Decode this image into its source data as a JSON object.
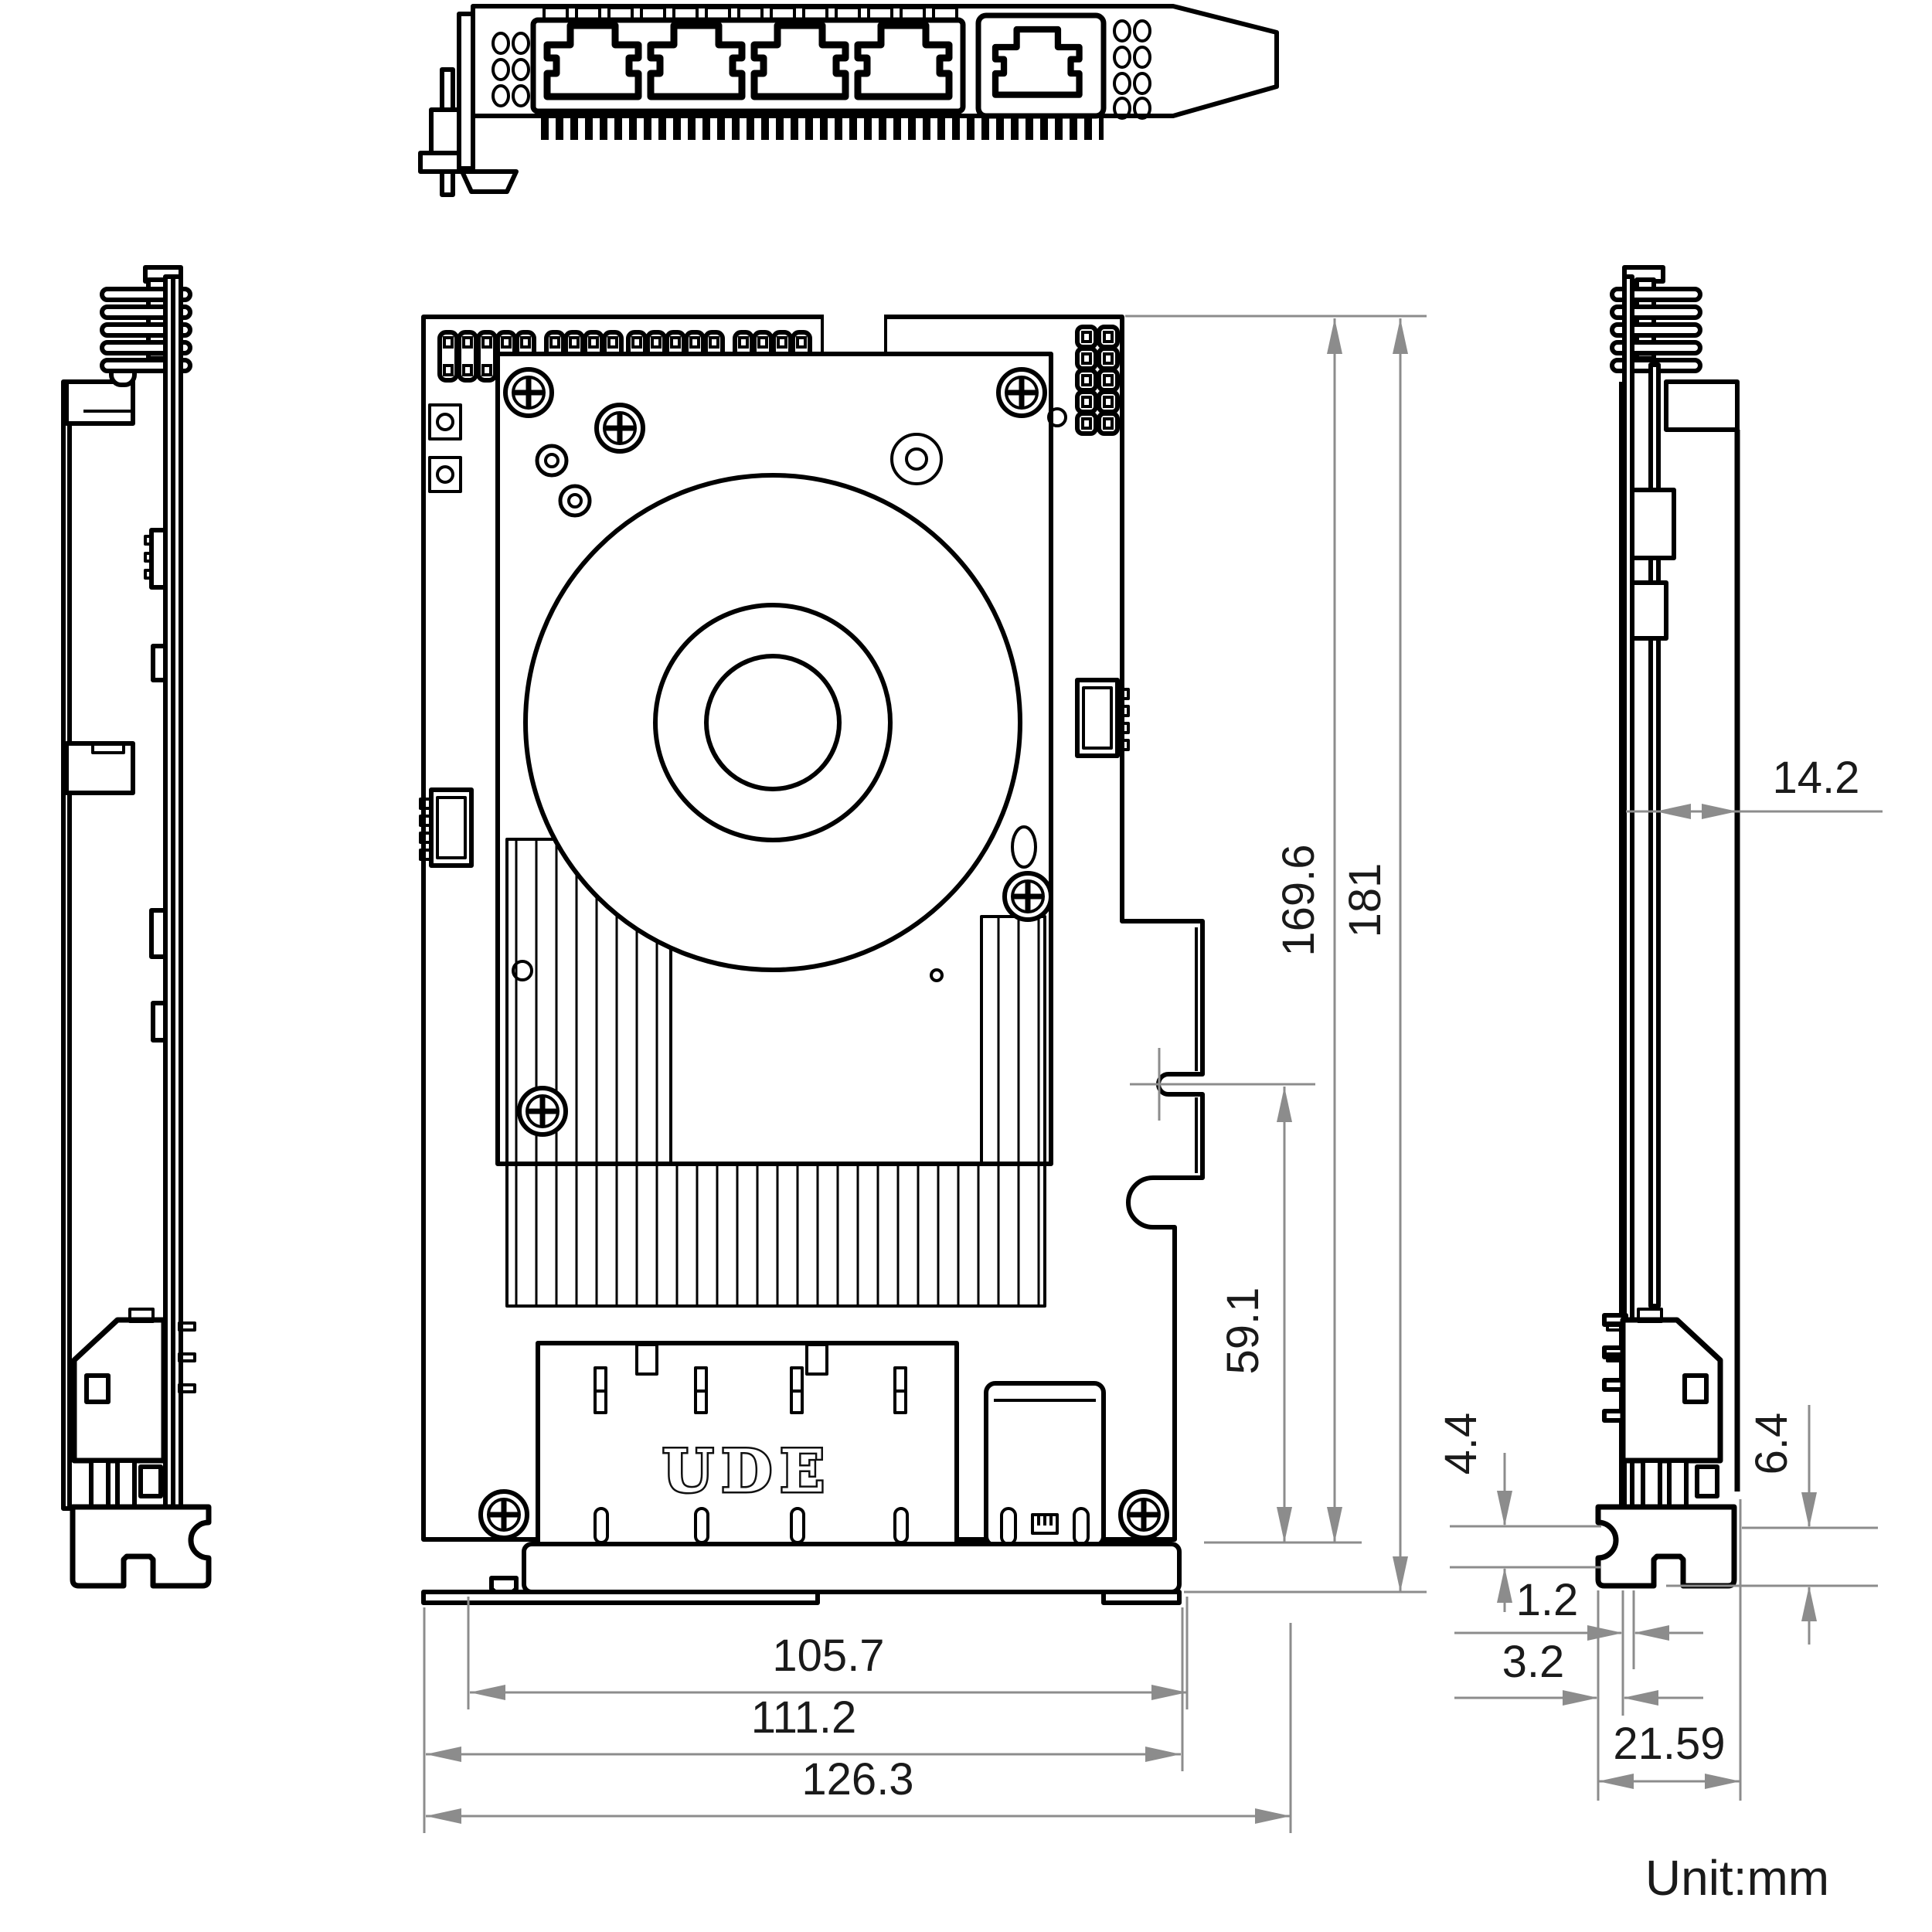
{
  "drawing": {
    "unit_label": "Unit:mm",
    "brand_label": "UDE",
    "dims": {
      "overall_length": "181",
      "pcb_length": "169.6",
      "slot_to_edge": "59.1",
      "bracket_offset": "4.4",
      "port_height": "6.4",
      "pcb_thickness": "1.2",
      "bracket_gap": "3.2",
      "bracket_depth": "21.59",
      "component_thickness": "14.2",
      "connector_span": "105.7",
      "pcb_width": "111.2",
      "overall_width": "126.3"
    }
  }
}
